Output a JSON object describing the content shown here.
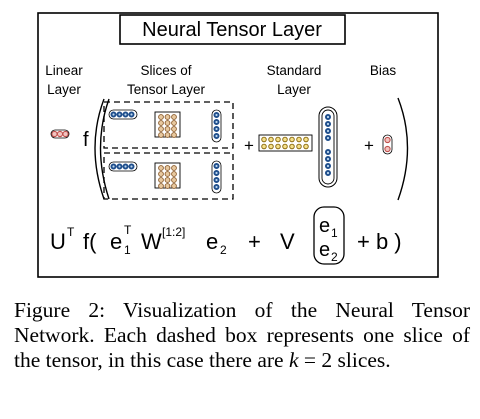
{
  "diagram": {
    "title": "Neural Tensor Layer",
    "headers": {
      "linear_line1": "Linear",
      "linear_line2": "Layer",
      "slices_line1": "Slices of",
      "slices_line2": "Tensor Layer",
      "standard_line1": "Standard",
      "standard_line2": "Layer",
      "bias": "Bias"
    },
    "symbols": {
      "f": "f",
      "plus": "+"
    },
    "formula": {
      "u": "U",
      "t_sup": "T",
      "f_open": "f(",
      "e1": "e",
      "sub1": "1",
      "t_sup2": "T",
      "w": "W",
      "w_sup": "[1:2]",
      "e2": "e",
      "sub2": "2",
      "plus": "+",
      "v": "V",
      "vec_top": "e",
      "vec_top_sub": "1",
      "vec_bot": "e",
      "vec_bot_sub": "2",
      "bias_close": "+ b )"
    },
    "colors": {
      "red": "#c0504d",
      "pink": "#f2c4c0",
      "blue": "#1f4e8c",
      "light_blue": "#bdd7ee",
      "tan": "#e8c9a0",
      "yellow": "#f5e08a"
    }
  },
  "caption": {
    "label": "Figure 2:",
    "text_before_k": "Visualization of the Neural Tensor Network. Each dashed box represents one slice of the tensor, in this case there are",
    "k": "k",
    "equals": "= 2",
    "text_after": "slices."
  }
}
